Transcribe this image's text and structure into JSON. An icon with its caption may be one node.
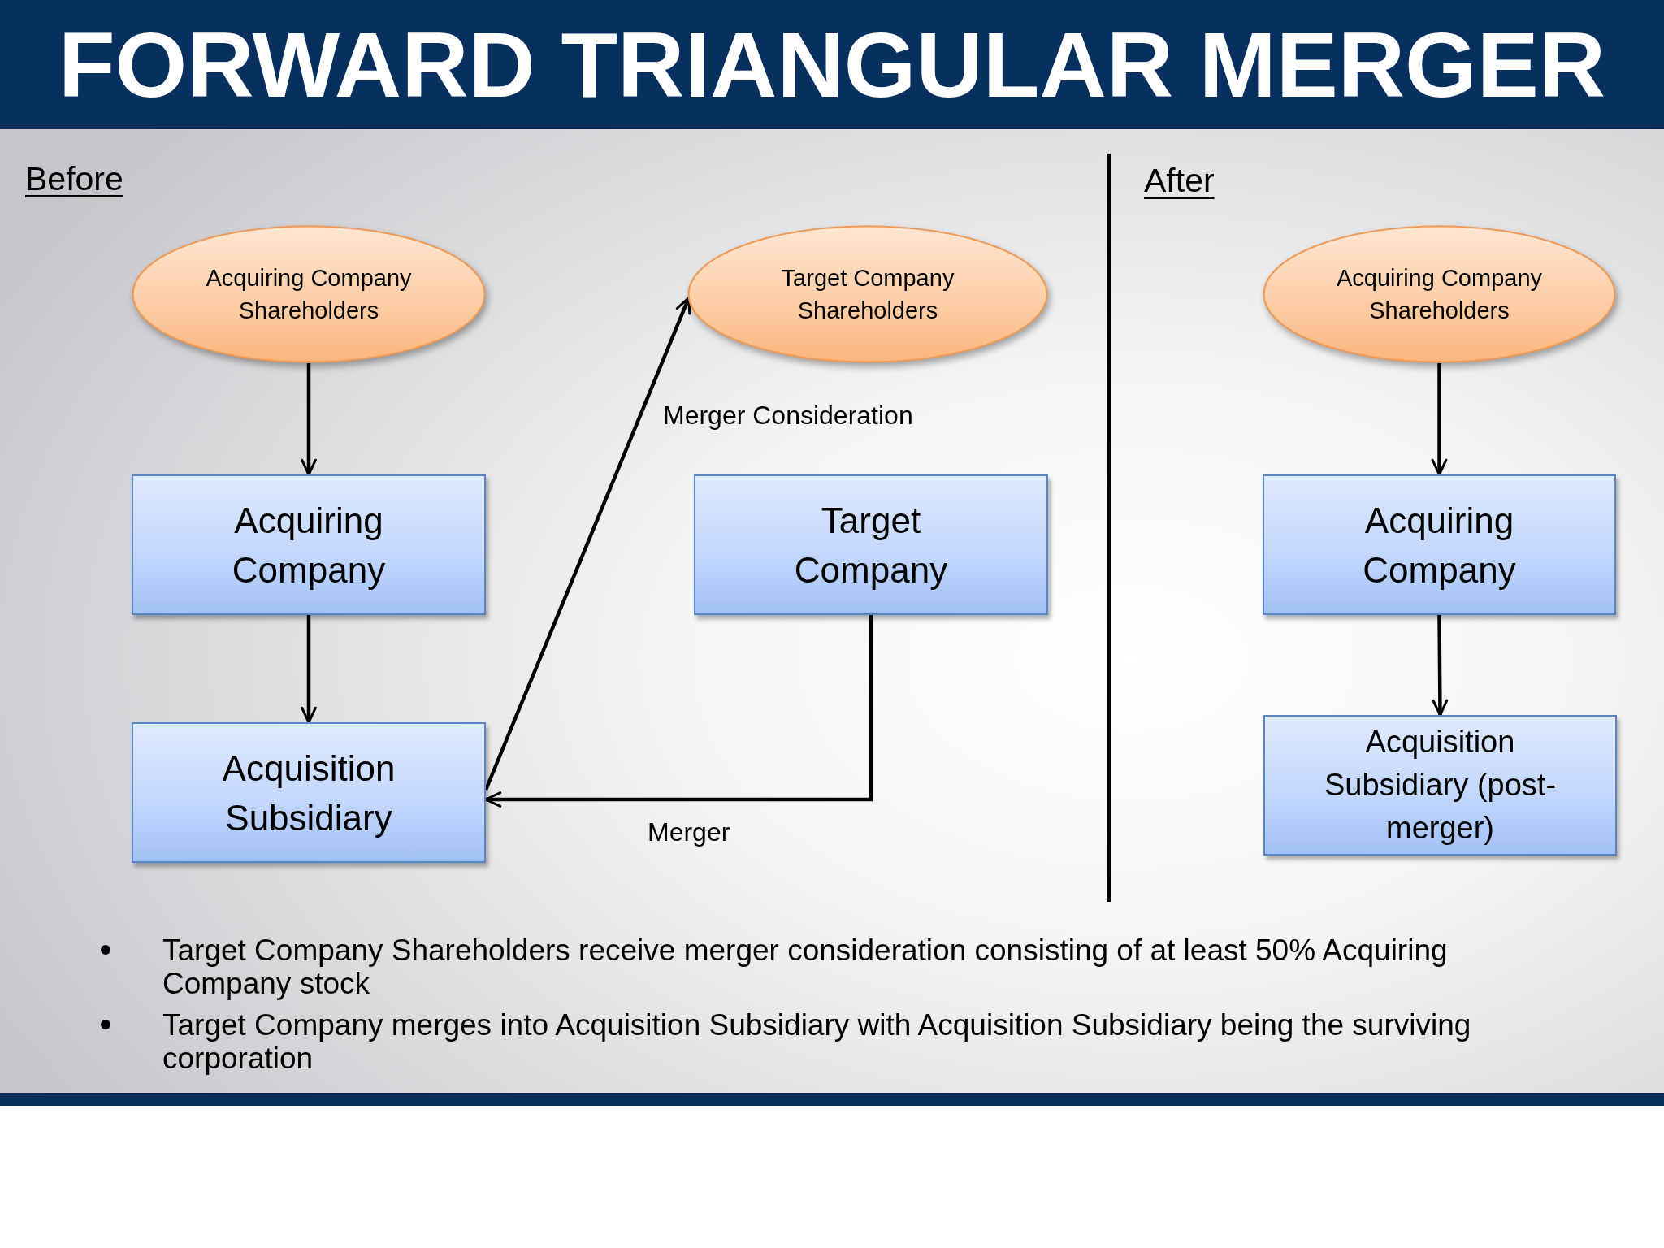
{
  "diagram": {
    "title": "FORWARD TRIANGULAR MERGER",
    "nodes": [
      {
        "text": [
          "Acquiring Company Shareholders"
        ]
      },
      {
        "text": [
          "Target Company Shareholders"
        ]
      },
      {
        "text": [
          "Acquiring Company"
        ]
      },
      {
        "text": [
          "Target Company"
        ]
      },
      {
        "text": [
          "Acquisition Subsidiary"
        ]
      },
      {
        "text": [
          "Acquiring Company Shareholders"
        ]
      },
      {
        "text": [
          "Acquiring Company"
        ]
      },
      {
        "text": [
          "Acquisition Subsidiary (post-merger)"
        ]
      }
    ],
    "edges": [
      {
        "from": 0,
        "to": 2,
        "arrow": "to"
      },
      {
        "from": 2,
        "to": 4,
        "arrow": "to"
      },
      {
        "from": 4,
        "to": 1,
        "arrow": "to",
        "label": "Merger Consideration"
      },
      {
        "from": 3,
        "to": 4,
        "arrow": "to",
        "label": "Merger"
      },
      {
        "from": 5,
        "to": 6,
        "arrow": "to"
      },
      {
        "from": 6,
        "to": 7,
        "arrow": "to"
      }
    ],
    "labels": [
      "Before",
      "After",
      "Target Company Shareholders receive merger consideration consisting of at least 50% Acquiring Company stock",
      "Target Company merges into Acquisition Subsidiary with Acquisition Subsidiary being the surviving corporation"
    ]
  }
}
